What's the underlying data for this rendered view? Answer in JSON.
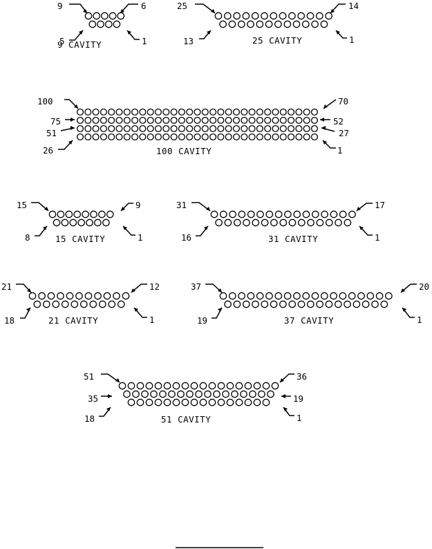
{
  "connectors": [
    {
      "id": "c9",
      "title": "9 CAVITY",
      "rows": [
        5,
        4
      ],
      "labels": {
        "tl": "9",
        "tr": "6",
        "bl": "5",
        "br": "1"
      }
    },
    {
      "id": "c25",
      "title": "25 CAVITY",
      "rows": [
        13,
        12
      ],
      "labels": {
        "tl": "25",
        "tr": "14",
        "bl": "13",
        "br": "1"
      }
    },
    {
      "id": "c100",
      "title": "100 CAVITY",
      "rows": [
        31,
        31,
        31,
        31
      ],
      "labels": {
        "r1l": "100",
        "r1r": "70",
        "r2l": "75",
        "r2r": "52",
        "r3l": "51",
        "r3r": "27",
        "r4l": "26",
        "r4r": "1"
      }
    },
    {
      "id": "c15",
      "title": "15 CAVITY",
      "rows": [
        8,
        7
      ],
      "labels": {
        "tl": "15",
        "tr": "9",
        "bl": "8",
        "br": "1"
      }
    },
    {
      "id": "c31",
      "title": "31 CAVITY",
      "rows": [
        16,
        15
      ],
      "labels": {
        "tl": "31",
        "tr": "17",
        "bl": "16",
        "br": "1"
      }
    },
    {
      "id": "c21",
      "title": "21 CAVITY",
      "rows": [
        11,
        10
      ],
      "labels": {
        "tl": "21",
        "tr": "12",
        "bl": "18",
        "br": "1"
      }
    },
    {
      "id": "c37",
      "title": "37 CAVITY",
      "rows": [
        19,
        18
      ],
      "labels": {
        "tl": "37",
        "tr": "20",
        "bl": "19",
        "br": "1"
      }
    },
    {
      "id": "c51",
      "title": "51 CAVITY",
      "rows": [
        18,
        17,
        16
      ],
      "labels": {
        "r1l": "51",
        "r1r": "36",
        "r2l": "35",
        "r2r": "19",
        "r3l": "18",
        "r3r": "1"
      }
    }
  ]
}
